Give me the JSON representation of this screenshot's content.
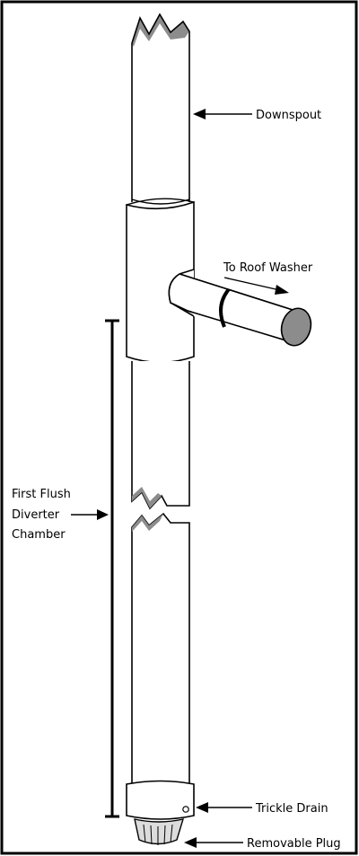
{
  "labels": {
    "downspout": "Downspout",
    "roof_washer": "To Roof Washer",
    "chamber_line1": "First Flush",
    "chamber_line2": "Diverter",
    "chamber_line3": "Chamber",
    "trickle_drain": "Trickle Drain",
    "removable_plug": "Removable Plug"
  },
  "colors": {
    "line": "#000000",
    "pipe_fill": "#ffffff",
    "shade": "#8c8c8c",
    "border": "#000000"
  }
}
